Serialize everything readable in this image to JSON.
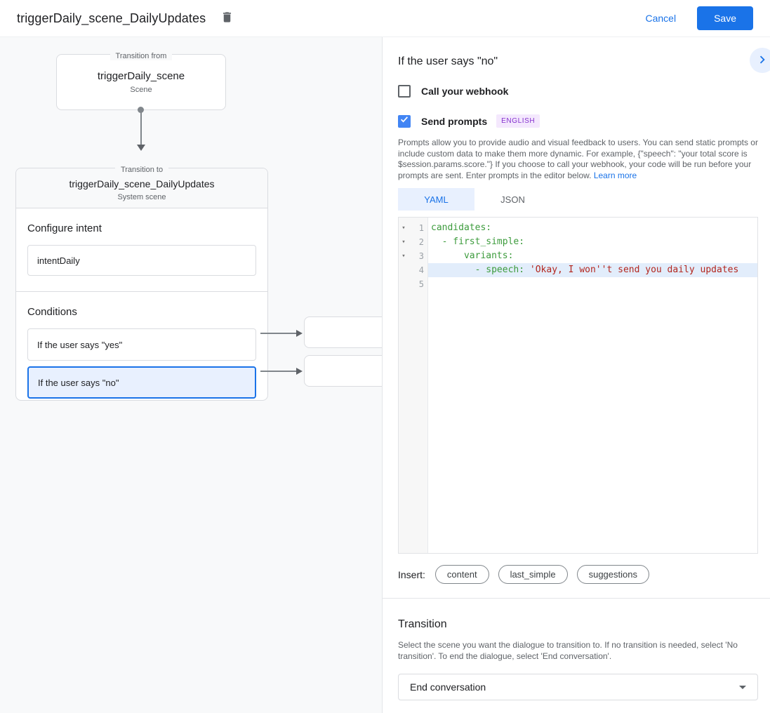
{
  "header": {
    "title": "triggerDaily_scene_DailyUpdates",
    "cancel_label": "Cancel",
    "save_label": "Save"
  },
  "icons": {
    "trash": "trash-icon",
    "collapse": "chevron-right-icon",
    "fold": "chevron-down-caret",
    "dropdown": "caret-down-icon",
    "check": "checkmark-icon"
  },
  "colors": {
    "accent": "#1a73e8",
    "checkbox_checked": "#4285f4",
    "selected_bg": "#e8f0fe",
    "badge_bg": "#f4e8fd",
    "badge_text": "#8430ce",
    "code_key": "#3c9b3c",
    "code_string": "#b3261e",
    "line_highlight": "#e2edfb",
    "canvas_bg": "#f8f9fa"
  },
  "diagram": {
    "from": {
      "legend": "Transition from",
      "title": "triggerDaily_scene",
      "subtitle": "Scene"
    },
    "to": {
      "legend": "Transition to",
      "title": "triggerDaily_scene_DailyUpdates",
      "subtitle": "System scene"
    },
    "intent": {
      "label": "Configure intent",
      "value": "intentDaily"
    },
    "conditions": {
      "label": "Conditions",
      "items": [
        {
          "label": "If the user says \"yes\"",
          "selected": false
        },
        {
          "label": "If the user says \"no\"",
          "selected": true
        }
      ]
    }
  },
  "panel": {
    "title": "If the user says \"no\"",
    "webhook": {
      "label": "Call your webhook",
      "checked": false
    },
    "prompts": {
      "label": "Send prompts",
      "checked": true,
      "badge": "ENGLISH"
    },
    "description": "Prompts allow you to provide audio and visual feedback to users. You can send static prompts or include custom data to make them more dynamic. For example, {\"speech\": \"your total score is $session.params.score.\"} If you choose to call your webhook, your code will be run before your prompts are sent. Enter prompts in the editor below. ",
    "learn_more": "Learn more",
    "tabs": [
      {
        "label": "YAML",
        "active": true
      },
      {
        "label": "JSON",
        "active": false
      }
    ],
    "editor": {
      "lines": [
        {
          "num": 1,
          "fold": true,
          "highlight": false,
          "segments": [
            {
              "type": "key",
              "text": "candidates:"
            }
          ]
        },
        {
          "num": 2,
          "fold": true,
          "highlight": false,
          "segments": [
            {
              "type": "key",
              "text": "  - first_simple:"
            }
          ]
        },
        {
          "num": 3,
          "fold": true,
          "highlight": false,
          "segments": [
            {
              "type": "key",
              "text": "      variants:"
            }
          ]
        },
        {
          "num": 4,
          "fold": false,
          "highlight": true,
          "segments": [
            {
              "type": "key",
              "text": "        - speech: "
            },
            {
              "type": "string",
              "text": "'Okay, I won''t send you daily updates"
            }
          ]
        },
        {
          "num": 5,
          "fold": false,
          "highlight": false,
          "segments": []
        }
      ]
    },
    "insert": {
      "label": "Insert:",
      "pills": [
        "content",
        "last_simple",
        "suggestions"
      ]
    },
    "transition": {
      "title": "Transition",
      "description": "Select the scene you want the dialogue to transition to. If no transition is needed, select 'No transition'. To end the dialogue, select 'End conversation'.",
      "value": "End conversation"
    }
  }
}
